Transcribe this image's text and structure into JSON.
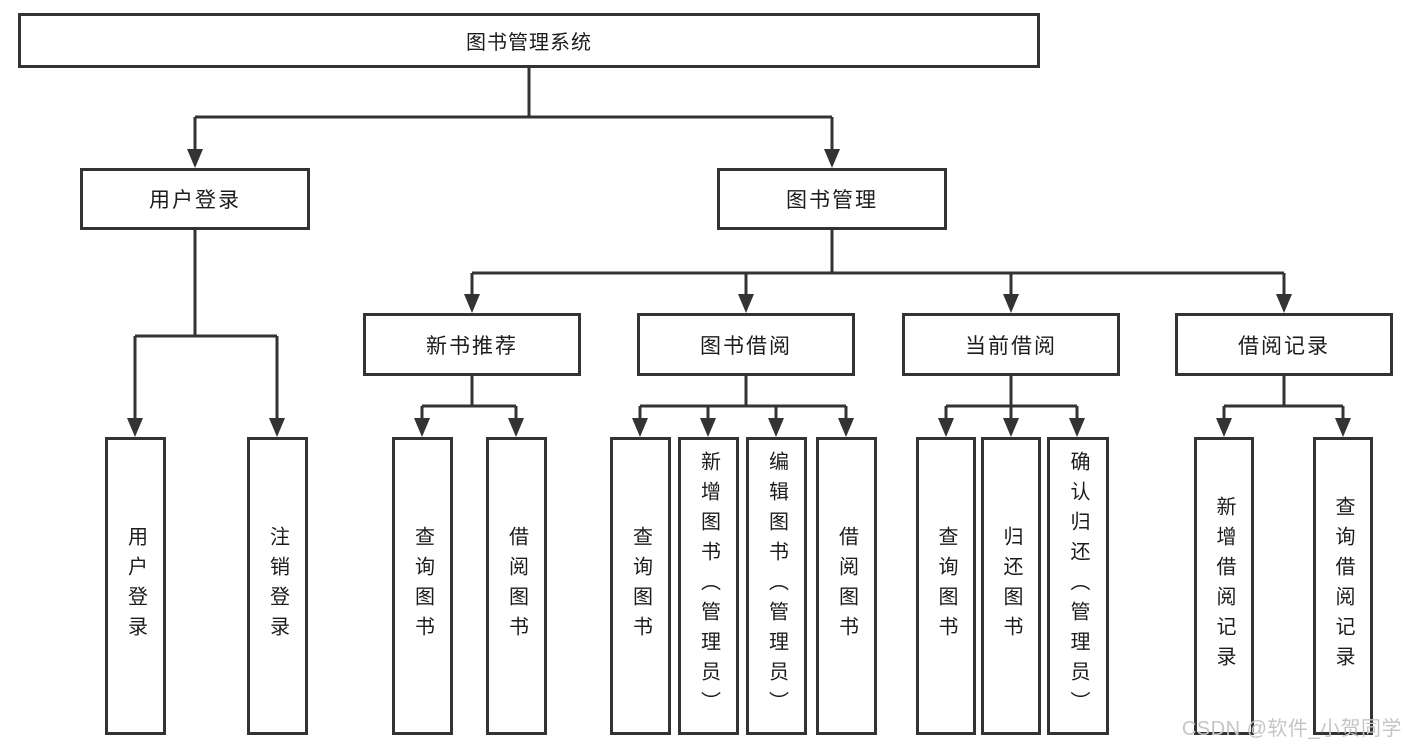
{
  "title": "图书管理系统",
  "watermark": "CSDN @软件_小贺同学",
  "colors": {
    "line": "#333333",
    "border": "#333333",
    "text": "#1c1c1c",
    "watermark": "#c5c5c5",
    "background": "#ffffff"
  },
  "tree": {
    "root": "图书管理系统",
    "modules": [
      {
        "label": "用户登录",
        "children": [
          "用户登录",
          "注销登录"
        ]
      },
      {
        "label": "图书管理",
        "children": [
          "新书推荐",
          "图书借阅",
          "当前借阅",
          "借阅记录"
        ]
      }
    ],
    "submodules": [
      {
        "label": "新书推荐",
        "children": [
          "查询图书",
          "借阅图书"
        ]
      },
      {
        "label": "图书借阅",
        "children": [
          "查询图书",
          "新增图书（管理员）",
          "编辑图书（管理员）",
          "借阅图书"
        ]
      },
      {
        "label": "当前借阅",
        "children": [
          "查询图书",
          "归还图书",
          "确认归还（管理员）"
        ]
      },
      {
        "label": "借阅记录",
        "children": [
          "新增借阅记录",
          "查询借阅记录"
        ]
      }
    ]
  }
}
